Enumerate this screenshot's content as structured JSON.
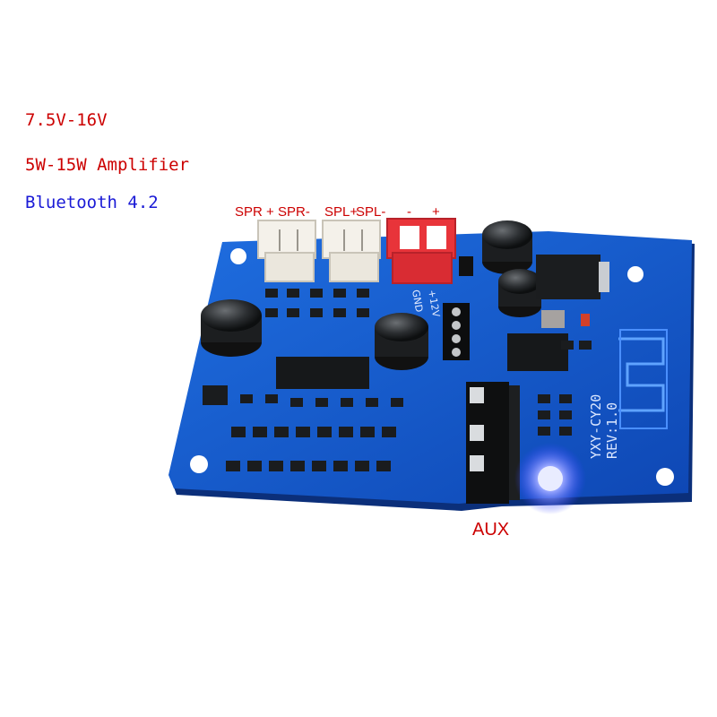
{
  "specs": {
    "voltage": "7.5V-16V",
    "power": "5W-15W Amplifier",
    "bluetooth": "Bluetooth 4.2"
  },
  "pins": [
    "SPR +",
    "SPR-",
    "SPL+",
    "SPL-",
    "-",
    "+"
  ],
  "aux": "AUX",
  "silkscreen": {
    "model": "YXY-CY20",
    "rev": "REV:1.0",
    "gnd": "GND",
    "v12": "+12V"
  },
  "colors": {
    "spec_voltage": "#cc0000",
    "spec_power": "#cc0000",
    "spec_bluetooth": "#1a1ad6",
    "pin_labels": "#cc0000",
    "aux": "#cc0000",
    "board": "#1558c8",
    "led": "#3a4dff"
  }
}
